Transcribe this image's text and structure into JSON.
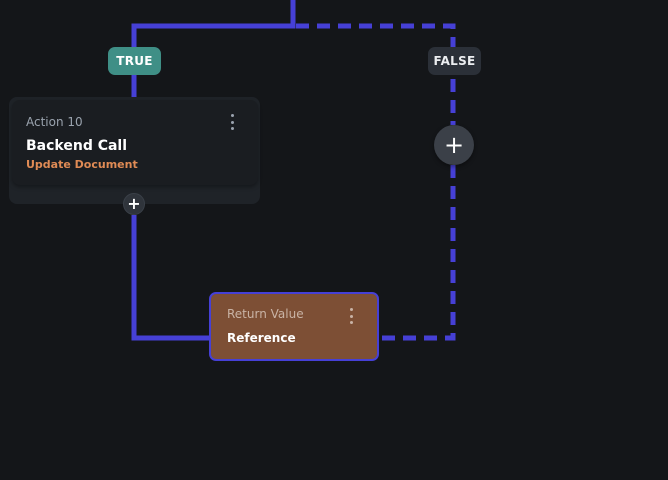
{
  "branches": {
    "true_label": "TRUE",
    "false_label": "FALSE"
  },
  "action_card": {
    "label": "Action 10",
    "title": "Backend Call",
    "subtitle": "Update Document"
  },
  "return_card": {
    "label": "Return Value",
    "title": "Reference"
  },
  "add_button_glyph": "+",
  "colors": {
    "background": "#141619",
    "connector": "#4640d6",
    "true_badge": "#3f8f86",
    "false_badge": "#2b3038",
    "subtitle_accent": "#e08b55",
    "return_card_fill": "#7d4f35"
  }
}
